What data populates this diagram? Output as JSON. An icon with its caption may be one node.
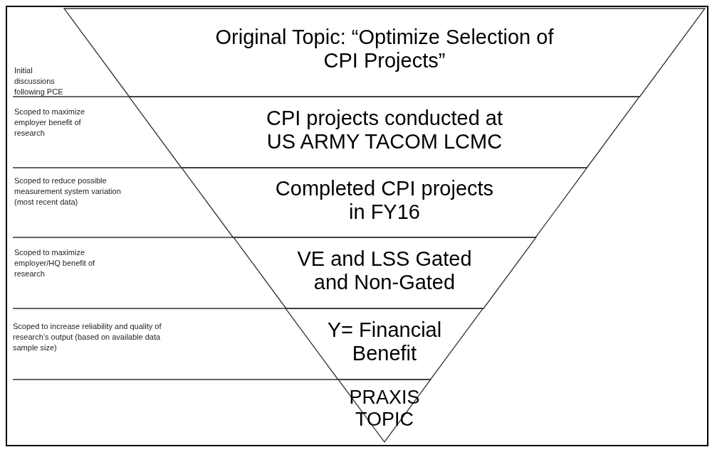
{
  "diagram": {
    "nodes": [
      {
        "text": [
          "Original Topic: “Optimize Selection of CPI Projects”"
        ]
      },
      {
        "text": [
          "CPI projects conducted at US ARMY TACOM LCMC"
        ]
      },
      {
        "text": [
          "Completed CPI projects in FY16"
        ]
      },
      {
        "text": [
          "VE and LSS Gated and Non-Gated"
        ]
      },
      {
        "text": [
          "Y= Financial Benefit"
        ]
      },
      {
        "text": [
          "PRAXIS TOPIC"
        ]
      }
    ],
    "labels": [
      "Initial discussions following PCE",
      "Scoped to maximize employer benefit of research",
      "Scoped to reduce possible measurement system variation (most recent data)",
      "Scoped to maximize employer/HQ benefit of research",
      "Scoped to increase reliability and quality of research’s output (based on available data sample size)"
    ]
  }
}
